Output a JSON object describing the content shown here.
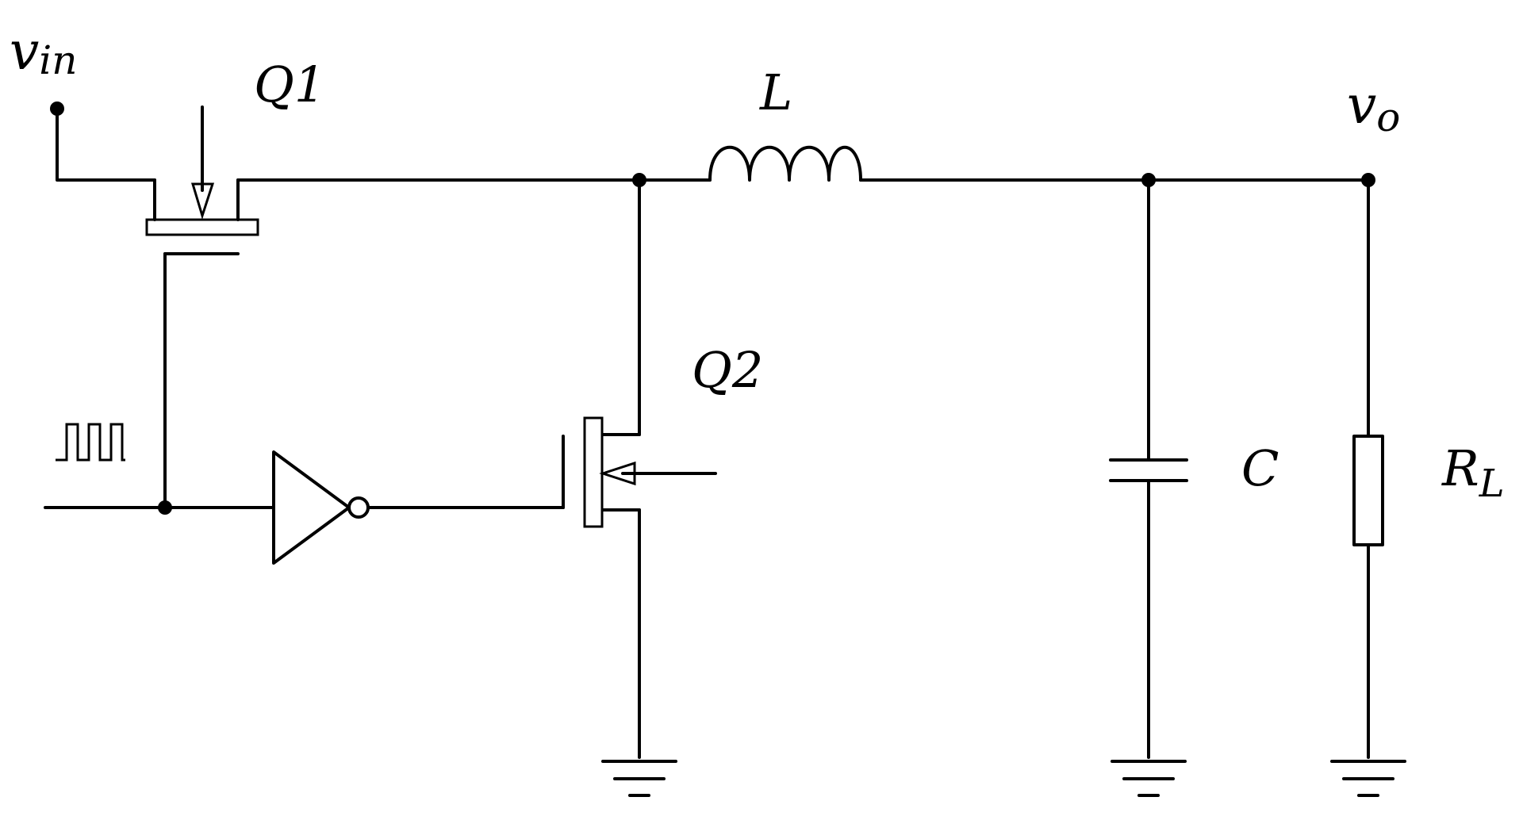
{
  "labels": {
    "vin_main": "v",
    "vin_sub": "in",
    "q1": "Q1",
    "q2": "Q2",
    "inductor": "L",
    "vo_main": "v",
    "vo_sub": "o",
    "capacitor": "C",
    "rl_main": "R",
    "rl_sub": "L"
  },
  "components": [
    {
      "ref": "Q1",
      "kind": "transistor"
    },
    {
      "ref": "Q2",
      "kind": "transistor"
    },
    {
      "ref": "L",
      "kind": "inductor"
    },
    {
      "ref": "C",
      "kind": "capacitor"
    },
    {
      "ref": "RL",
      "kind": "resistor"
    },
    {
      "ref": "inverter",
      "kind": "not-gate"
    },
    {
      "ref": "pwm",
      "kind": "pulse-source"
    }
  ],
  "colors": {
    "ink": "#000000",
    "background": "#ffffff"
  }
}
